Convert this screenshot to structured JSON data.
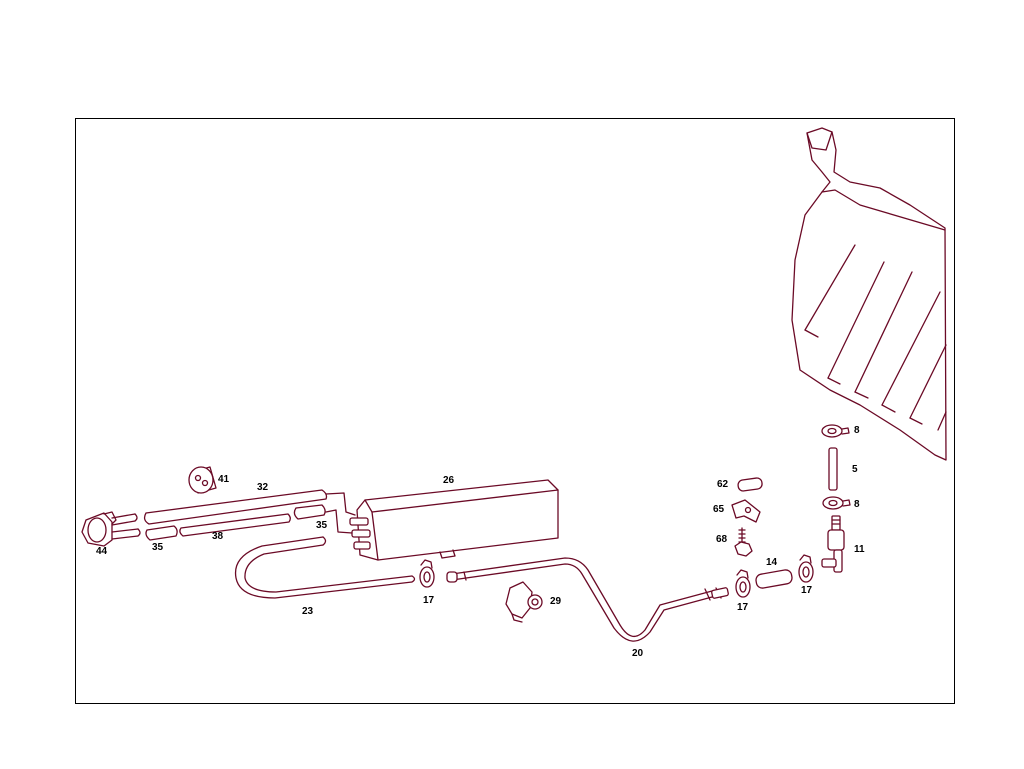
{
  "diagram": {
    "line_color": "#6b0a26",
    "frame_color": "#000000",
    "callouts": [
      {
        "id": "8-top",
        "label": "8"
      },
      {
        "id": "5",
        "label": "5"
      },
      {
        "id": "8-bottom",
        "label": "8"
      },
      {
        "id": "11",
        "label": "11"
      },
      {
        "id": "62",
        "label": "62"
      },
      {
        "id": "65",
        "label": "65"
      },
      {
        "id": "68",
        "label": "68"
      },
      {
        "id": "14",
        "label": "14"
      },
      {
        "id": "17-right",
        "label": "17"
      },
      {
        "id": "17-mid",
        "label": "17"
      },
      {
        "id": "17-left",
        "label": "17"
      },
      {
        "id": "20",
        "label": "20"
      },
      {
        "id": "29",
        "label": "29"
      },
      {
        "id": "26",
        "label": "26"
      },
      {
        "id": "41",
        "label": "41"
      },
      {
        "id": "32",
        "label": "32"
      },
      {
        "id": "35-right",
        "label": "35"
      },
      {
        "id": "35-left",
        "label": "35"
      },
      {
        "id": "38",
        "label": "38"
      },
      {
        "id": "44",
        "label": "44"
      },
      {
        "id": "23",
        "label": "23"
      }
    ]
  }
}
